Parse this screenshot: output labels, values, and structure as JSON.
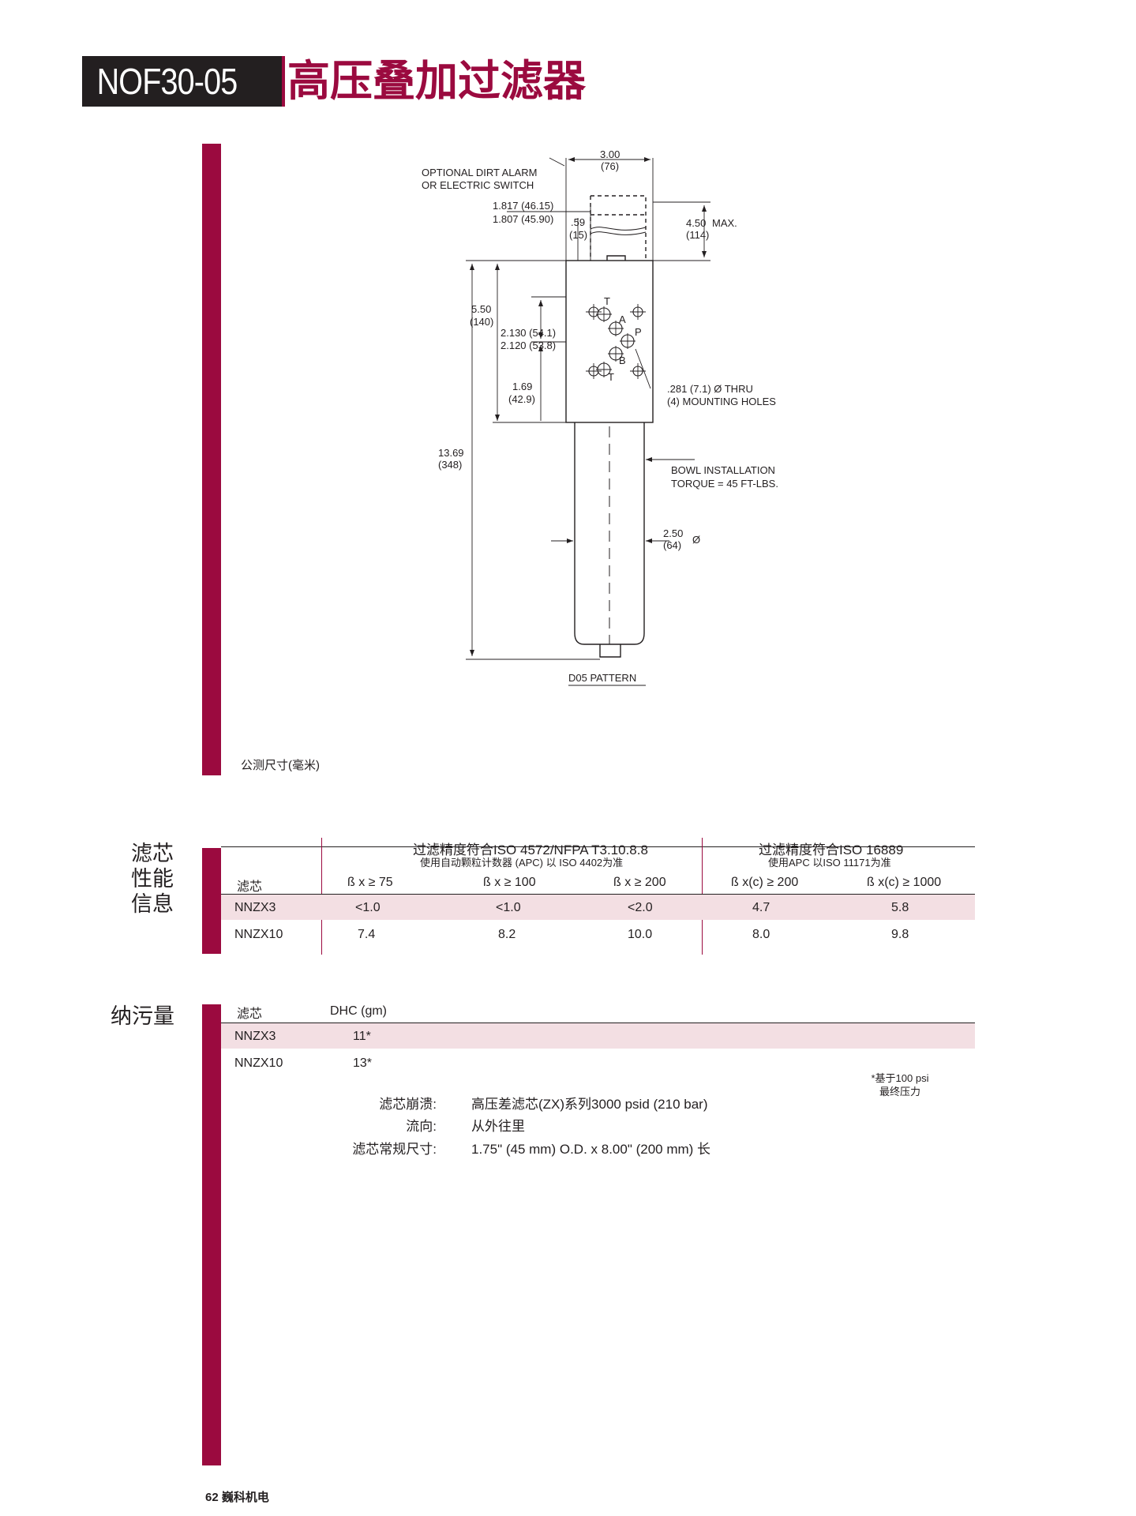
{
  "header": {
    "model": "NOF30-05",
    "title": "高压叠加过滤器"
  },
  "drawing": {
    "labels": {
      "optional_alarm_1": "OPTIONAL DIRT ALARM",
      "optional_alarm_2": "OR ELECTRIC SWITCH",
      "w_top_1": "3.00",
      "w_top_2": "(76)",
      "d1817": "1.817 (46.15)",
      "d1807": "1.807 (45.90)",
      "d59": ".59",
      "d15": "(15)",
      "max450": "4.50",
      "max_word": "MAX.",
      "max114": "(114)",
      "d550": "5.50",
      "d140": "(140)",
      "d2130": "2.130 (54.1)",
      "d2120": "2.120 (53.8)",
      "d169": "1.69",
      "d429": "(42.9)",
      "d1369": "13.69",
      "d348": "(348)",
      "holes_1": ".281 (7.1) Ø THRU",
      "holes_2": "(4) MOUNTING HOLES",
      "bowl_1": "BOWL INSTALLATION",
      "bowl_2": "TORQUE = 45 FT-LBS.",
      "d250": "2.50",
      "d64": "(64)",
      "dia": "Ø",
      "port_t1": "T",
      "port_a": "A",
      "port_p": "P",
      "port_b": "B",
      "port_t2": "T",
      "pattern": "D05 PATTERN"
    }
  },
  "unit_note": "公测尺寸(毫米)",
  "performance": {
    "section_label": [
      "滤芯",
      "性能",
      "信息"
    ],
    "group1_title": "过滤精度符合ISO 4572/NFPA T3.10.8.8",
    "group1_sub": "使用自动颗粒计数器 (APC) 以 ISO 4402为准",
    "group2_title": "过滤精度符合ISO 16889",
    "group2_sub": "使用APC 以ISO 11171为准",
    "col_element": "滤芯",
    "columns": [
      "ß x ≥ 75",
      "ß x ≥ 100",
      "ß x ≥ 200",
      "ß x(c) ≥ 200",
      "ß x(c) ≥ 1000"
    ],
    "rows": [
      {
        "element": "NNZX3",
        "values": [
          "<1.0",
          "<1.0",
          "<2.0",
          "4.7",
          "5.8"
        ]
      },
      {
        "element": "NNZX10",
        "values": [
          "7.4",
          "8.2",
          "10.0",
          "8.0",
          "9.8"
        ]
      }
    ]
  },
  "capacity": {
    "section_label": "纳污量",
    "col_element": "滤芯",
    "col_dhc": "DHC (gm)",
    "rows": [
      {
        "element": "NNZX3",
        "dhc": "11*"
      },
      {
        "element": "NNZX10",
        "dhc": "13*"
      }
    ],
    "footnote_1": "*基于100 psi",
    "footnote_2": "最终压力"
  },
  "specs": [
    {
      "label": "滤芯崩溃:",
      "value": "高压差滤芯(ZX)系列3000 psid (210 bar)"
    },
    {
      "label": "流向:",
      "value": "从外往里"
    },
    {
      "label": "滤芯常规尺寸:",
      "value": "1.75\" (45 mm) O.D. x 8.00\" (200 mm) 长"
    }
  ],
  "footer": "62 巍科机电"
}
